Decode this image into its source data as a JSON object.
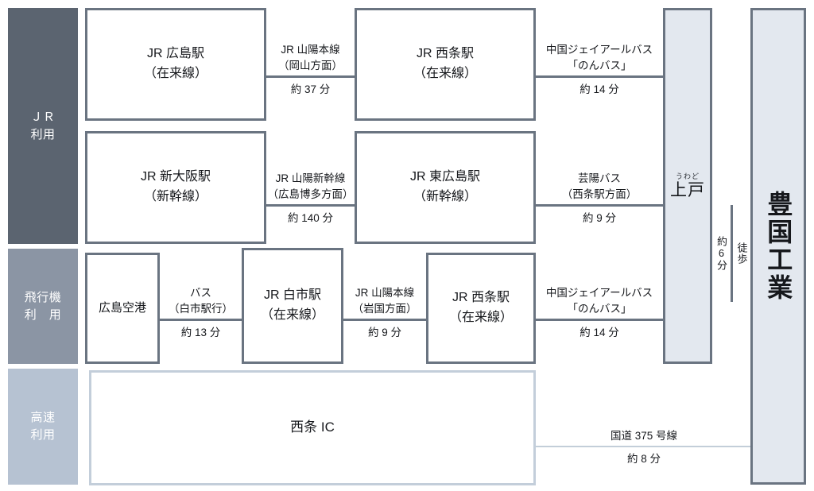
{
  "modes": [
    {
      "key": "jr",
      "label": "ＪＲ\n利用",
      "color": "#5b6470"
    },
    {
      "key": "air",
      "label": "飛行機\n利　用",
      "color": "#8b95a4"
    },
    {
      "key": "hwy",
      "label": "高速\n利用",
      "color": "#b6c2d2"
    }
  ],
  "nodes": {
    "hiroshima_sta": {
      "line1": "JR 広島駅",
      "line2": "（在来線）"
    },
    "saijo_sta_jr": {
      "line1": "JR 西条駅",
      "line2": "（在来線）"
    },
    "shin_osaka_sta": {
      "line1": "JR 新大阪駅",
      "line2": "（新幹線）"
    },
    "higashi_hiroshima": {
      "line1": "JR 東広島駅",
      "line2": "（新幹線）"
    },
    "hiroshima_airport": {
      "line1": "広島空港",
      "line2": ""
    },
    "shiraichi_sta": {
      "line1": "JR 白市駅",
      "line2": "（在来線）"
    },
    "saijo_sta_air": {
      "line1": "JR 西条駅",
      "line2": "（在来線）"
    },
    "saijo_ic": {
      "line1": "西条 IC",
      "line2": ""
    },
    "uwado": {
      "ruby": "うわど",
      "base": "上戸"
    },
    "destination": {
      "label": "豊国工業"
    }
  },
  "connectors": {
    "hiroshima_to_saijo": {
      "mode": "JR 山陽本線\n（岡山方面）",
      "duration": "約 37 分"
    },
    "saijo_to_uwado_jr": {
      "mode": "中国ジェイアールバス\n「のんバス」",
      "duration": "約 14 分"
    },
    "osaka_to_higashi": {
      "mode": "JR 山陽新幹線\n（広島博多方面）",
      "duration": "約 140 分"
    },
    "higashi_to_uwado": {
      "mode": "芸陽バス\n（西条駅方面）",
      "duration": "約 9 分"
    },
    "airport_to_shiraichi": {
      "mode": "バス\n（白市駅行）",
      "duration": "約 13 分"
    },
    "shiraichi_to_saijo": {
      "mode": "JR 山陽本線\n（岩国方面）",
      "duration": "約 9 分"
    },
    "saijo_to_uwado_air": {
      "mode": "中国ジェイアールバス\n「のんバス」",
      "duration": "約 14 分"
    },
    "ic_to_destination": {
      "mode": "国道 375 号線",
      "duration": "約 8 分"
    },
    "uwado_to_destination": {
      "mode": "徒歩",
      "duration": "約6分"
    }
  },
  "colors": {
    "box_border": "#6a7481",
    "light_border": "#c3ced9",
    "node_fill": "#ffffff",
    "terminal_fill": "#e3e8ef",
    "mode_jr": "#5b6470",
    "mode_air": "#8b95a4",
    "mode_hwy": "#b6c2d2",
    "text": "#16181c"
  }
}
